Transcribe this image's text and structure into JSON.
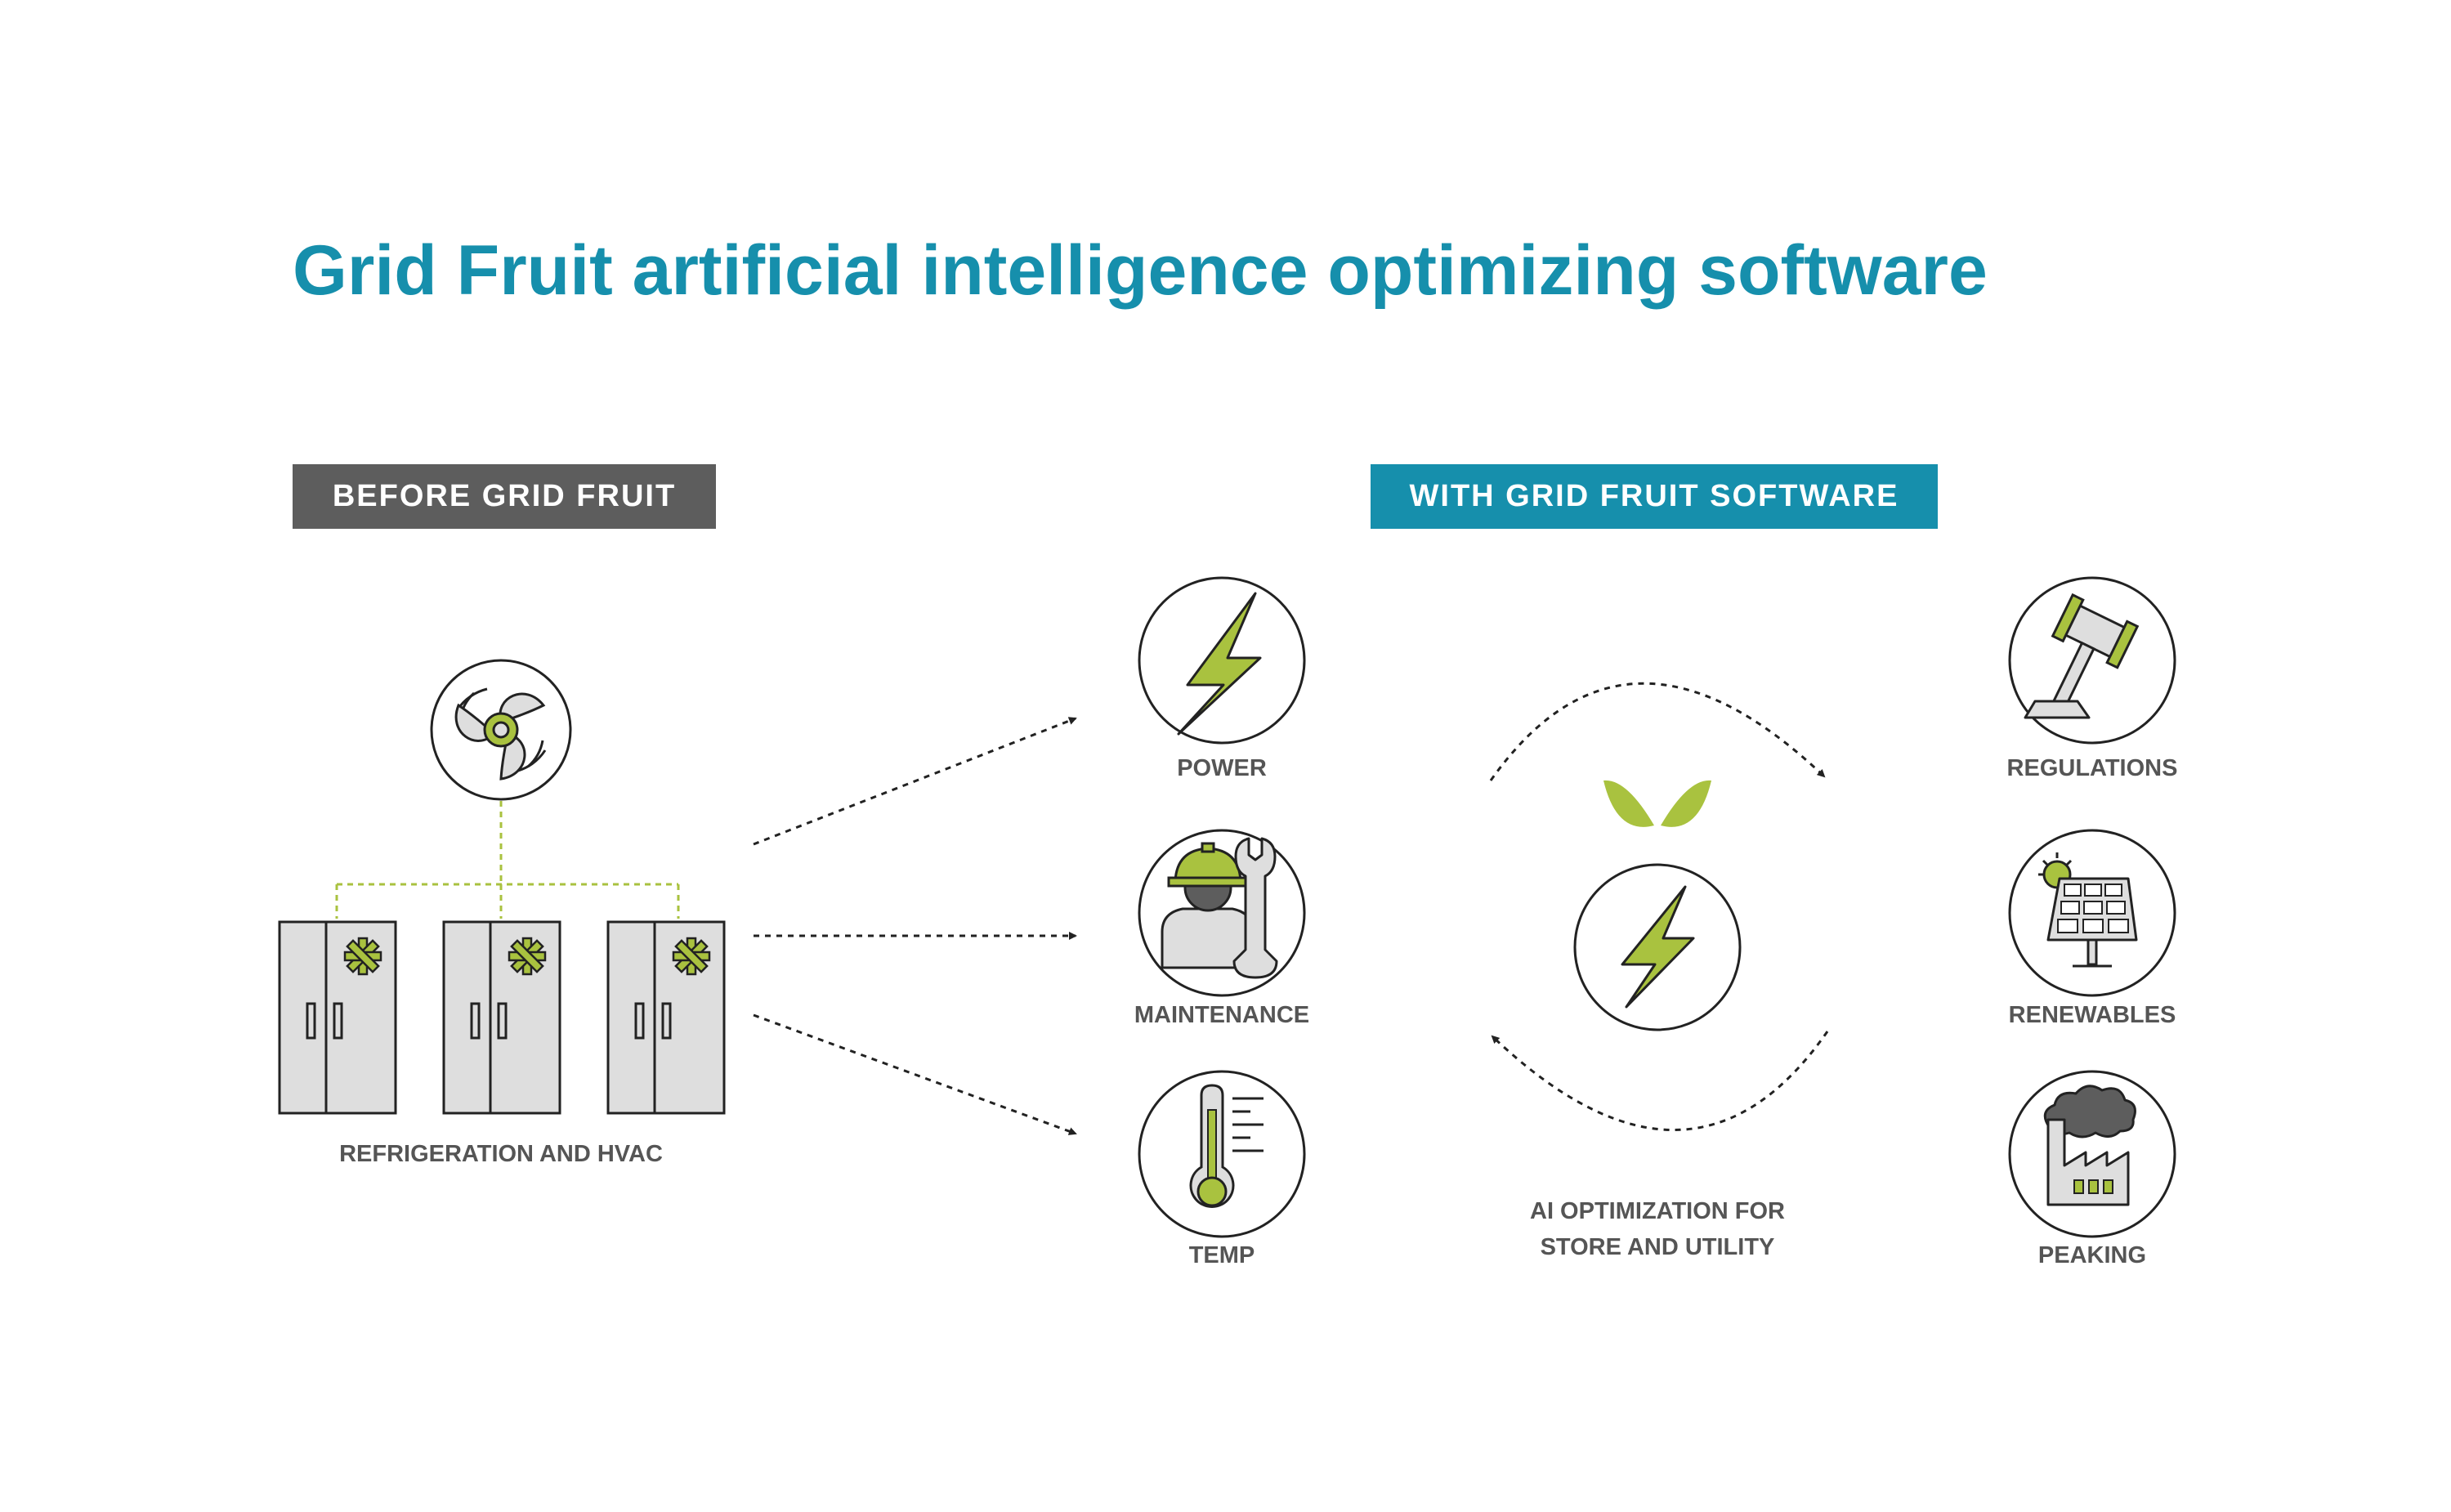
{
  "title": "Grid Fruit artificial intelligence optimizing software",
  "banners": {
    "before": "BEFORE GRID FRUIT",
    "with": "WITH GRID FRUIT SOFTWARE"
  },
  "labels": {
    "refrigeration": "REFRIGERATION AND HVAC",
    "power": "POWER",
    "maintenance": "MAINTENANCE",
    "temp": "TEMP",
    "ai_line1": "AI OPTIMIZATION FOR",
    "ai_line2": "STORE AND UTILITY",
    "regulations": "REGULATIONS",
    "renewables": "RENEWABLES",
    "peaking": "PEAKING"
  },
  "colors": {
    "brand_blue": "#168fac",
    "banner_gray": "#5d5d5d",
    "accent_green": "#a9c23f",
    "text_gray": "#555555",
    "icon_fill": "#dedede",
    "stroke": "#222222"
  },
  "icons": {
    "fan": "fan-icon",
    "refrigerator": "refrigerator-icon",
    "power": "lightning-bolt-icon",
    "maintenance": "worker-wrench-icon",
    "temp": "thermometer-icon",
    "grid_fruit": "grid-fruit-logo-icon",
    "regulations": "gavel-icon",
    "renewables": "solar-panel-icon",
    "peaking": "factory-icon"
  }
}
